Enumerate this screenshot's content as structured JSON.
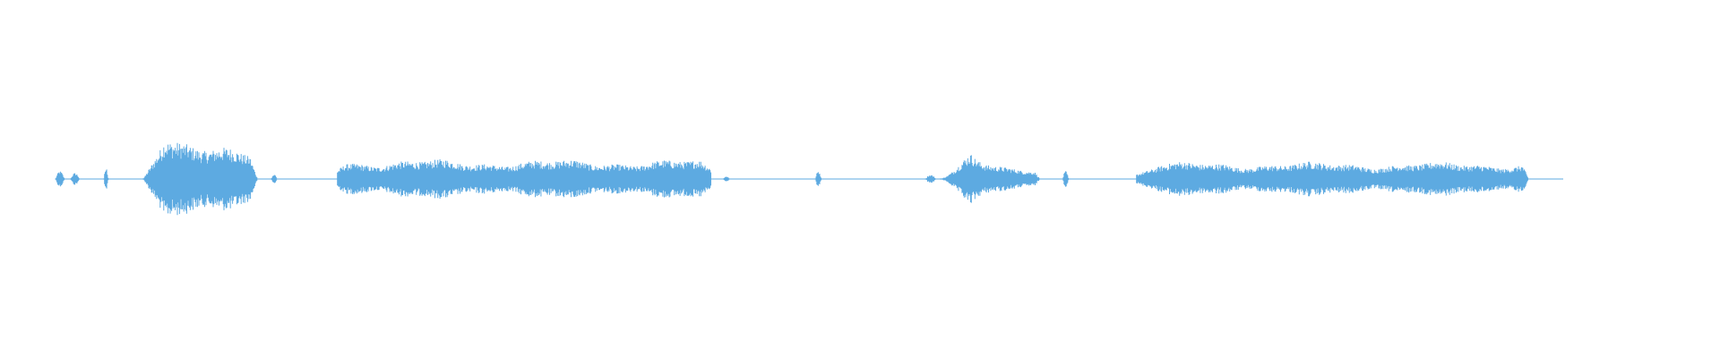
{
  "waveform": {
    "color": "#5DAAE1",
    "background": "#FFFFFF",
    "segments": [
      {
        "start": 0.0,
        "end": 0.006,
        "amplitude": 0.07,
        "shape": "blip"
      },
      {
        "start": 0.01,
        "end": 0.016,
        "amplitude": 0.08,
        "shape": "blip"
      },
      {
        "start": 0.032,
        "end": 0.035,
        "amplitude": 0.09,
        "shape": "blip"
      },
      {
        "start": 0.058,
        "end": 0.134,
        "amplitude": 0.5,
        "shape": "attack-decay",
        "peak_at": 0.19
      },
      {
        "start": 0.143,
        "end": 0.147,
        "amplitude": 0.05,
        "shape": "blip"
      },
      {
        "start": 0.187,
        "end": 0.435,
        "amplitude": 0.15,
        "shape": "sustained"
      },
      {
        "start": 0.443,
        "end": 0.447,
        "amplitude": 0.04,
        "shape": "blip"
      },
      {
        "start": 0.504,
        "end": 0.508,
        "amplitude": 0.1,
        "shape": "blip"
      },
      {
        "start": 0.577,
        "end": 0.584,
        "amplitude": 0.05,
        "shape": "blip"
      },
      {
        "start": 0.587,
        "end": 0.653,
        "amplitude": 0.2,
        "shape": "attack-decay",
        "peak_at": 0.3
      },
      {
        "start": 0.668,
        "end": 0.672,
        "amplitude": 0.07,
        "shape": "blip"
      },
      {
        "start": 0.717,
        "end": 0.977,
        "amplitude": 0.13,
        "shape": "ramp-sustain"
      }
    ],
    "baseline_end": 1.0
  }
}
